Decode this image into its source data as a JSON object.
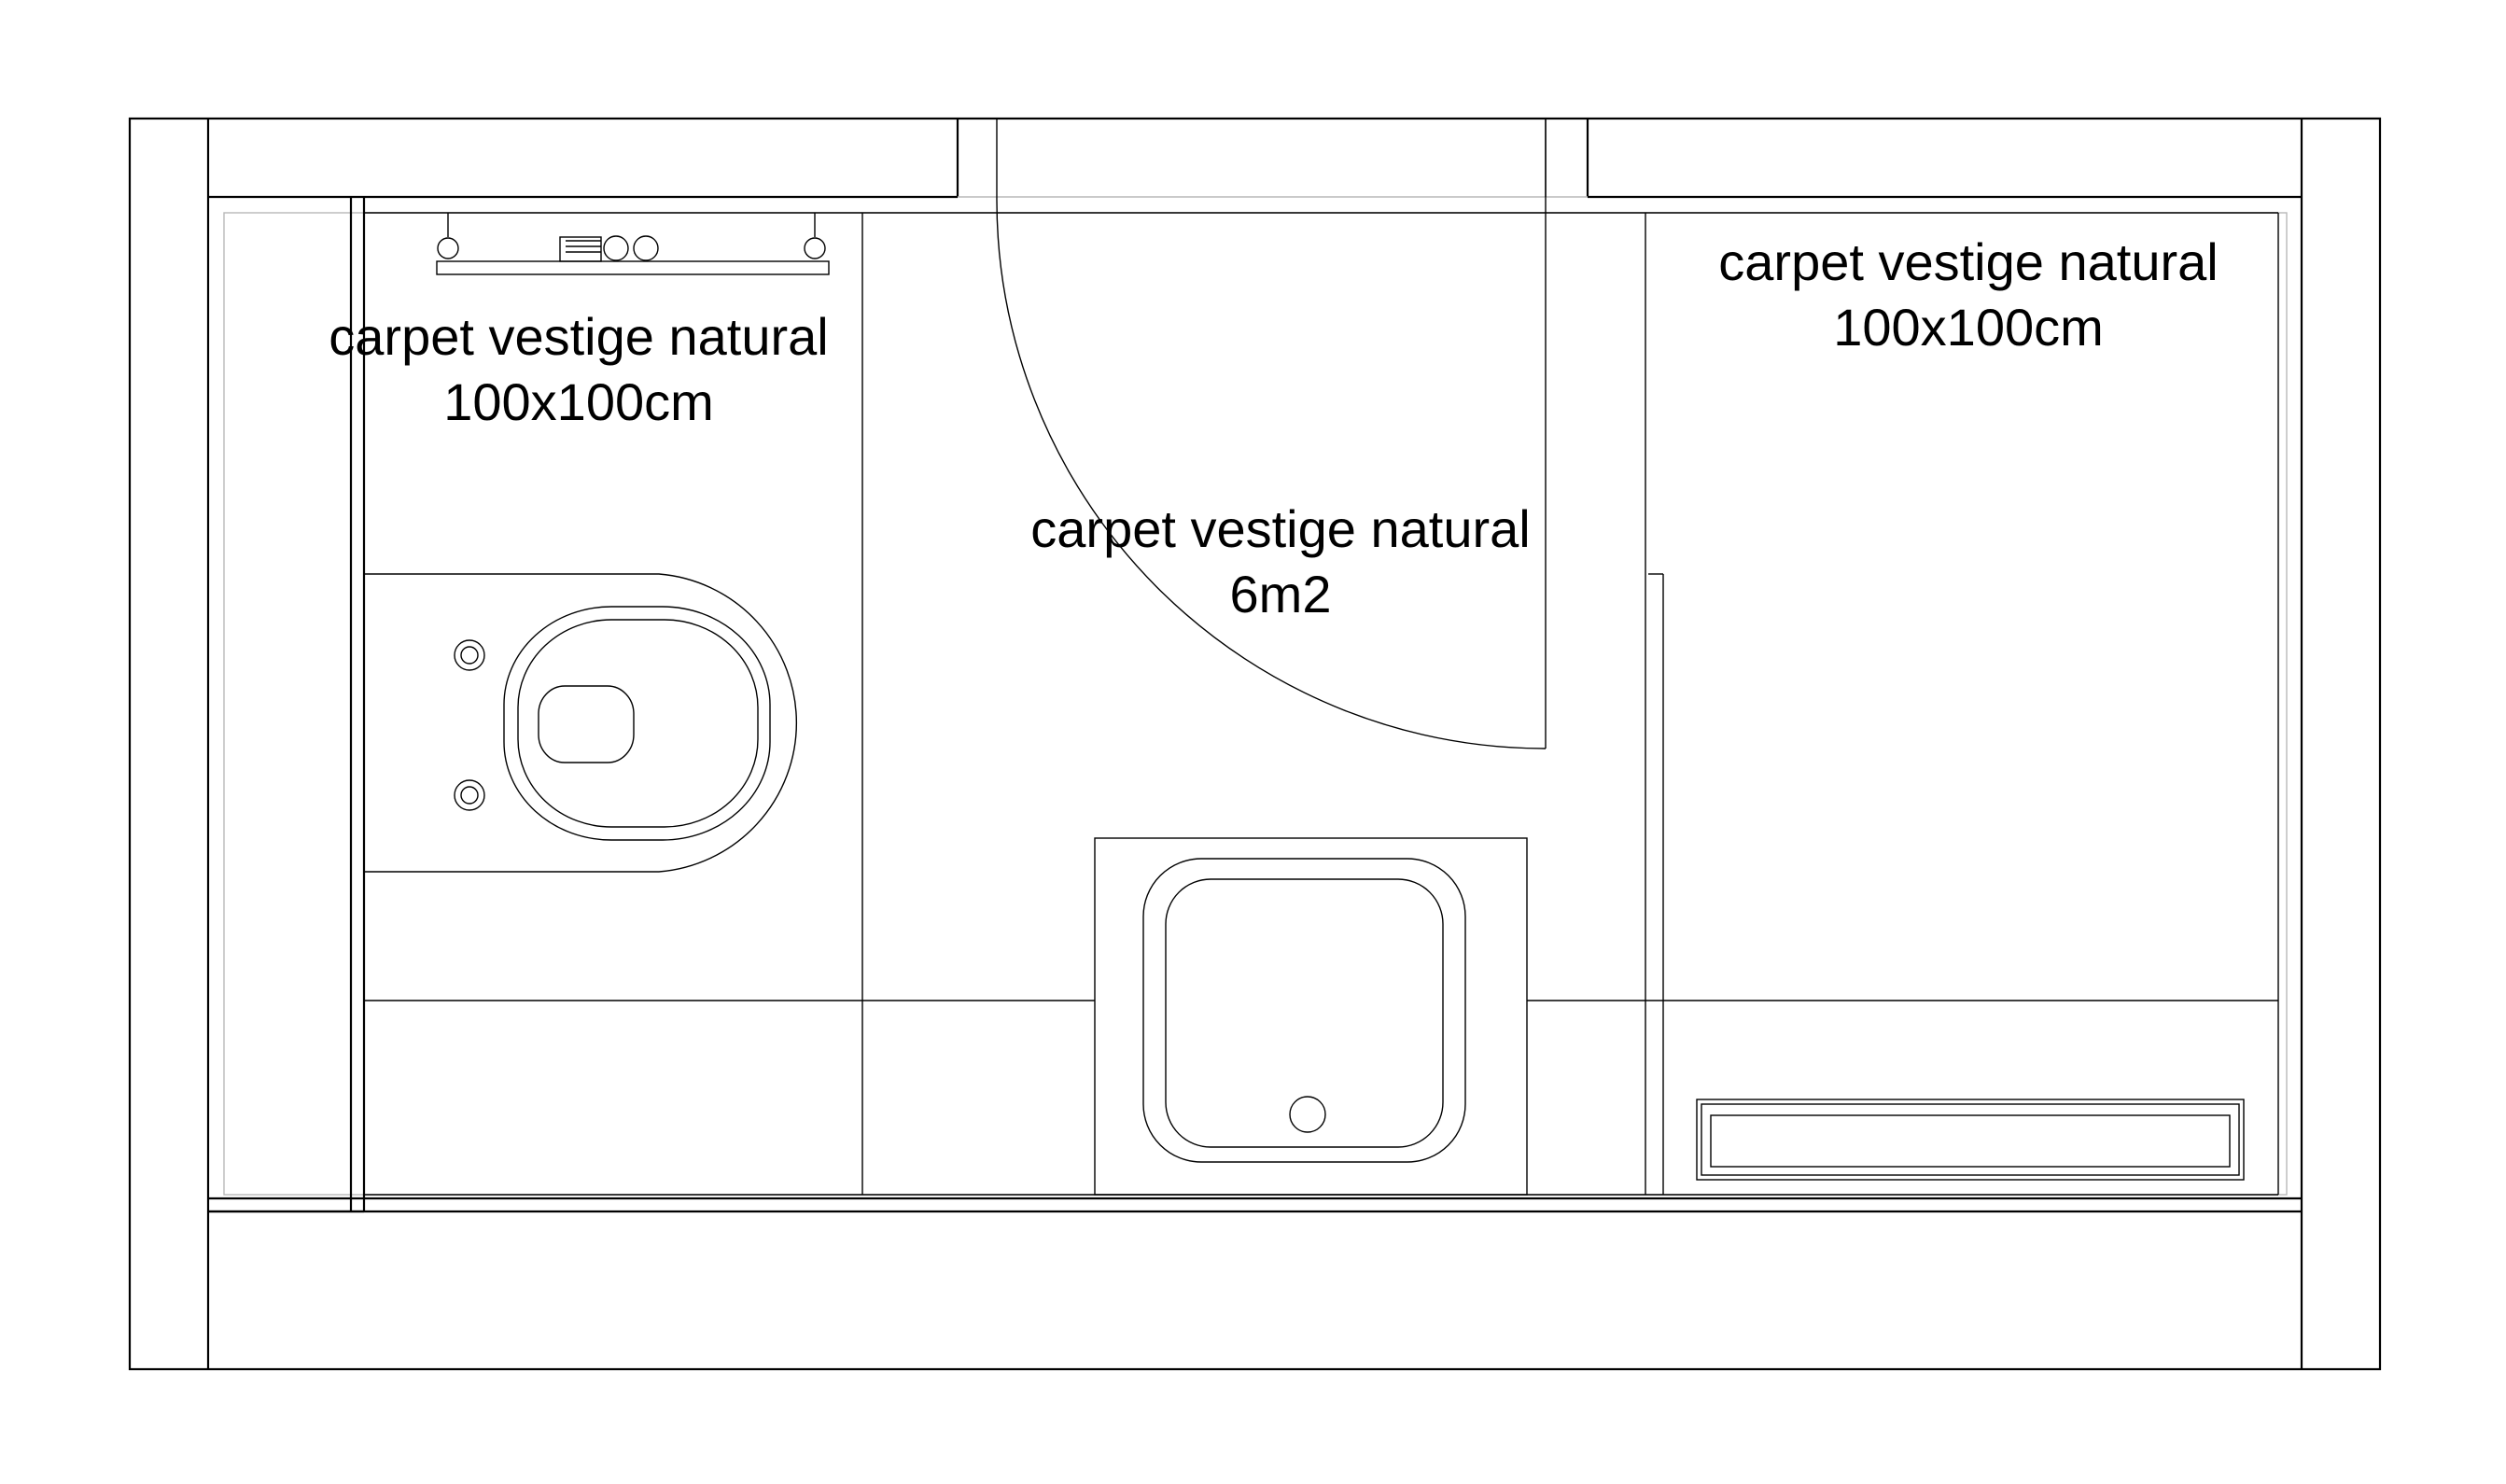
{
  "diagram": {
    "kind": "bathroom floor plan",
    "line_color": "#000000",
    "background": "#ffffff",
    "labels": {
      "left_area": {
        "line1": "carpet vestige natural",
        "line2": "100x100cm"
      },
      "center_area": {
        "line1": "carpet vestige natural",
        "line2": "6m2"
      },
      "right_area": {
        "line1": "carpet vestige natural",
        "line2": "100x100cm"
      }
    },
    "fixtures": [
      {
        "name": "towel rail",
        "icon": "towel-rail-icon"
      },
      {
        "name": "wall-hung toilet",
        "icon": "toilet-icon"
      },
      {
        "name": "sink",
        "icon": "sink-icon"
      },
      {
        "name": "linear drain",
        "icon": "drain-icon"
      },
      {
        "name": "door swing",
        "icon": "door-swing-icon"
      }
    ]
  }
}
